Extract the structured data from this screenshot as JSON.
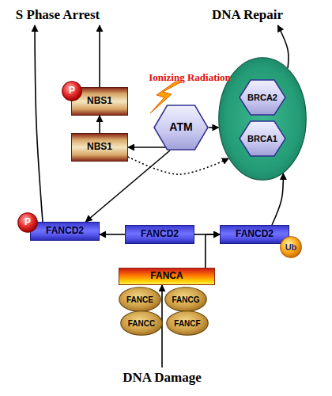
{
  "diagram": {
    "nodes": [
      {
        "text": [
          "S Phase Arrest"
        ]
      },
      {
        "text": [
          "DNA Repair"
        ]
      },
      {
        "text": [
          "P"
        ]
      },
      {
        "text": [
          "NBS1"
        ]
      },
      {
        "text": []
      },
      {
        "text": [
          "BRCA2"
        ],
        "in": 4
      },
      {
        "text": [
          "BRCA1"
        ],
        "in": 4
      },
      {
        "text": [
          "ATM"
        ]
      },
      {
        "text": [
          "NBS1"
        ]
      },
      {
        "text": [
          "P"
        ]
      },
      {
        "text": [
          "FANCD2"
        ]
      },
      {
        "text": [
          "FANCD2"
        ]
      },
      {
        "text": [
          "FANCD2"
        ]
      },
      {
        "text": [
          "Ub"
        ]
      },
      {
        "text": [
          "FANCA"
        ]
      },
      {
        "text": [
          "FANCE"
        ]
      },
      {
        "text": [
          "FANCG"
        ]
      },
      {
        "text": [
          "FANCC"
        ]
      },
      {
        "text": [
          "FANCF"
        ]
      },
      {
        "text": [
          "DNA Damage"
        ]
      }
    ],
    "edges": [
      {
        "from": 3,
        "to": 0,
        "arrow": "to"
      },
      {
        "from": 8,
        "to": 3,
        "arrow": "to"
      },
      {
        "from": 7,
        "to": 8,
        "arrow": "to"
      },
      {
        "from": 7,
        "to": 4,
        "arrow": "to"
      },
      {
        "from": 8,
        "to": 4,
        "arrow": "to"
      },
      {
        "from": 4,
        "to": 1,
        "arrow": "to"
      },
      {
        "from": 7,
        "to": 10,
        "arrow": "to"
      },
      {
        "from": 11,
        "to": 10,
        "arrow": "to"
      },
      {
        "from": 11,
        "to": 12,
        "arrow": "to"
      },
      {
        "from": 10,
        "to": 0,
        "arrow": "to"
      },
      {
        "from": 12,
        "to": 4,
        "arrow": "to"
      },
      {
        "from": 14,
        "to": 12,
        "arrow": "to"
      },
      {
        "from": 19,
        "to": 14,
        "arrow": "to"
      }
    ],
    "labels": [
      "Ionizing Radiation"
    ]
  }
}
